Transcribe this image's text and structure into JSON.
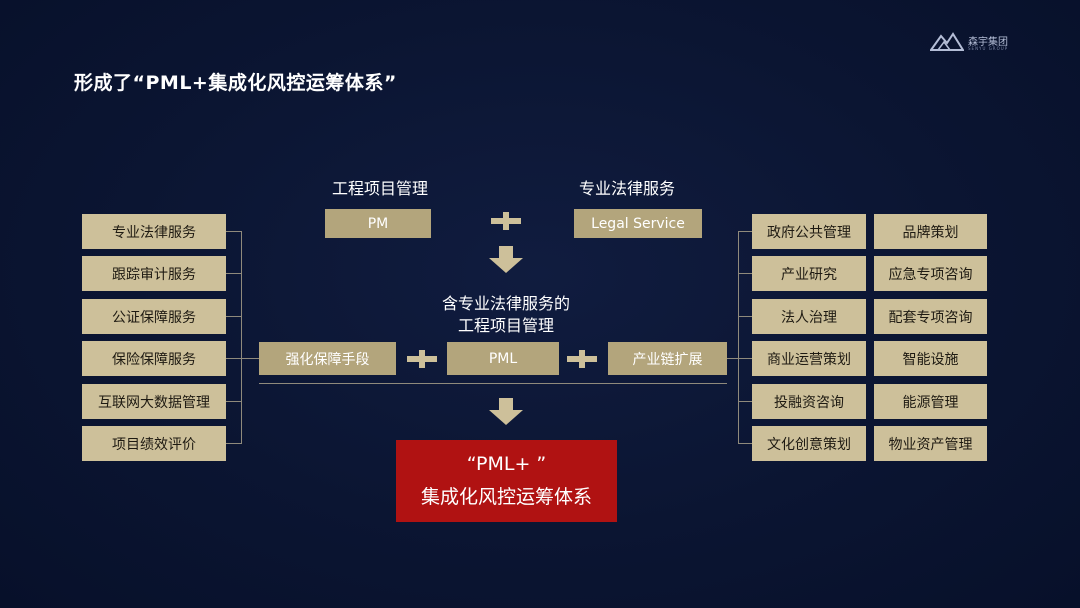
{
  "title": "形成了“PML+集成化风控运筹体系”",
  "logo": {
    "name": "森宇集团",
    "sub": "SENYU GROUP"
  },
  "top": {
    "left_label": "工程项目管理",
    "left_box": "PM",
    "right_label": "专业法律服务",
    "right_box": "Legal Service"
  },
  "middle": {
    "caption_line1": "含专业法律服务的",
    "caption_line2": "工程项目管理",
    "left_box": "强化保障手段",
    "center_box": "PML",
    "right_box": "产业链扩展"
  },
  "result": {
    "line1": "“PML+ ”",
    "line2": "集成化风控运筹体系"
  },
  "left_items": [
    "专业法律服务",
    "跟踪审计服务",
    "公证保障服务",
    "保险保障服务",
    "互联网大数据管理",
    "项目绩效评价"
  ],
  "right_col1": [
    "政府公共管理",
    "产业研究",
    "法人治理",
    "商业运营策划",
    "投融资咨询",
    "文化创意策划"
  ],
  "right_col2": [
    "品牌策划",
    "应急专项咨询",
    "配套专项咨询",
    "智能设施",
    "能源管理",
    "物业资产管理"
  ],
  "colors": {
    "box": "#cdc09a",
    "box_dark": "#b3a57c",
    "red": "#b01212",
    "background": "#0b1532"
  }
}
